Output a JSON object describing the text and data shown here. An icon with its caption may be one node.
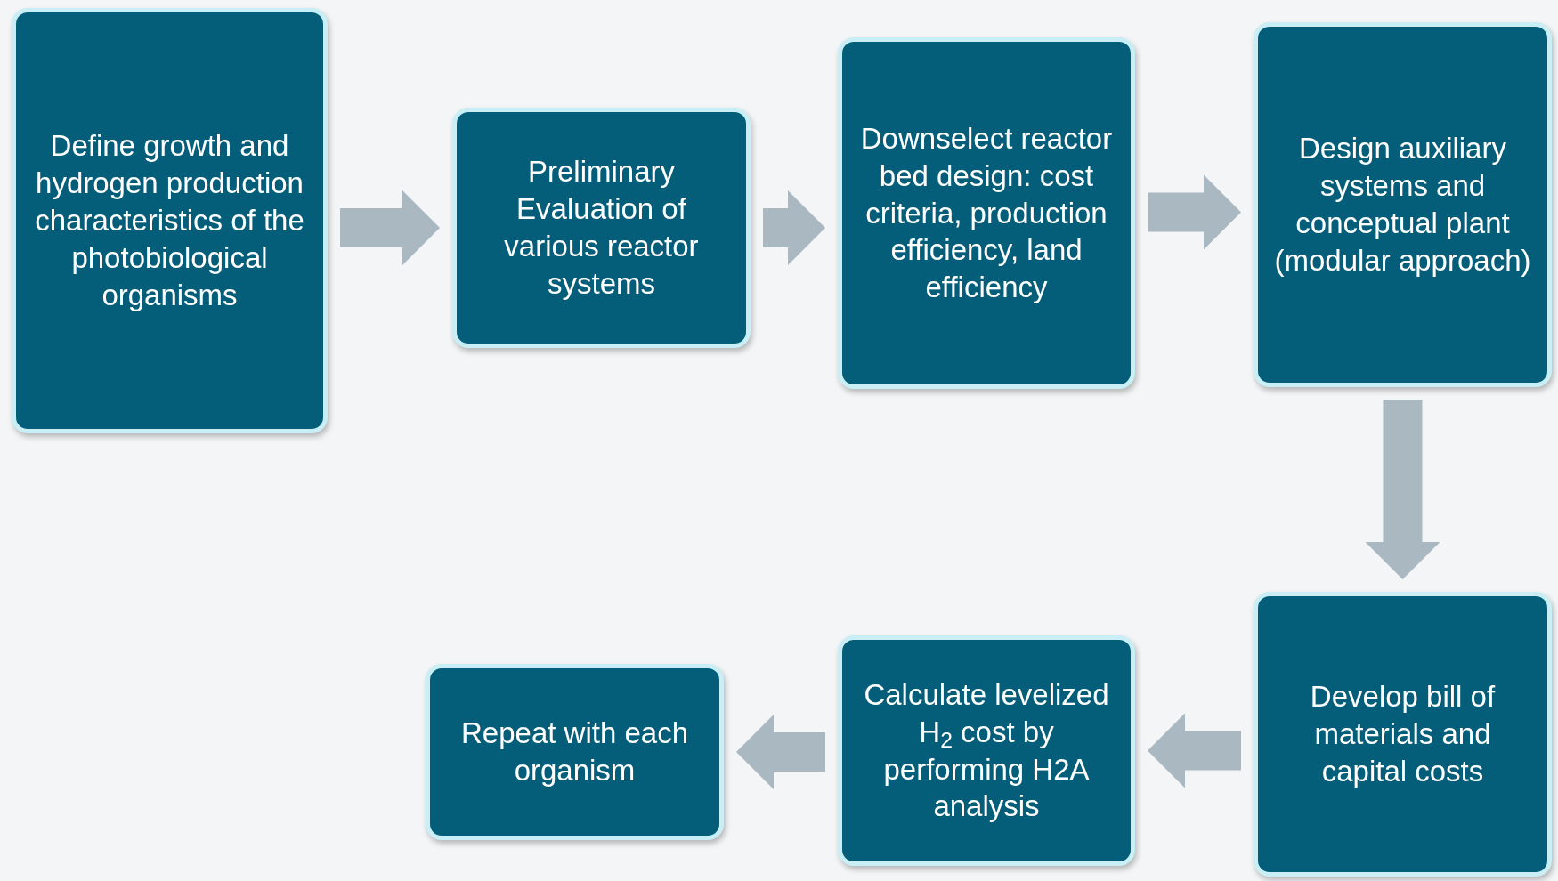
{
  "diagram": {
    "nodes": [
      {
        "text": [
          "Define growth and hydrogen production characteristics  of the photobiological organisms"
        ]
      },
      {
        "text": [
          "Preliminary Evaluation of various reactor systems"
        ]
      },
      {
        "text": [
          "Downselect reactor bed design: cost criteria, production efficiency, land efficiency"
        ]
      },
      {
        "text": [
          "Design auxiliary systems and conceptual plant (modular approach)"
        ]
      },
      {
        "text": [
          "Develop bill of materials and capital costs"
        ]
      },
      {
        "text": [
          "Calculate levelized H$_{2}$ cost by performing H2A analysis"
        ]
      },
      {
        "text": [
          "Repeat with each organism"
        ]
      }
    ],
    "edges": [
      {
        "from": 0,
        "to": 1,
        "arrow": "to"
      },
      {
        "from": 1,
        "to": 2,
        "arrow": "to"
      },
      {
        "from": 2,
        "to": 3,
        "arrow": "to"
      },
      {
        "from": 3,
        "to": 4,
        "arrow": "to"
      },
      {
        "from": 4,
        "to": 5,
        "arrow": "to"
      },
      {
        "from": 5,
        "to": 6,
        "arrow": "to"
      }
    ]
  }
}
